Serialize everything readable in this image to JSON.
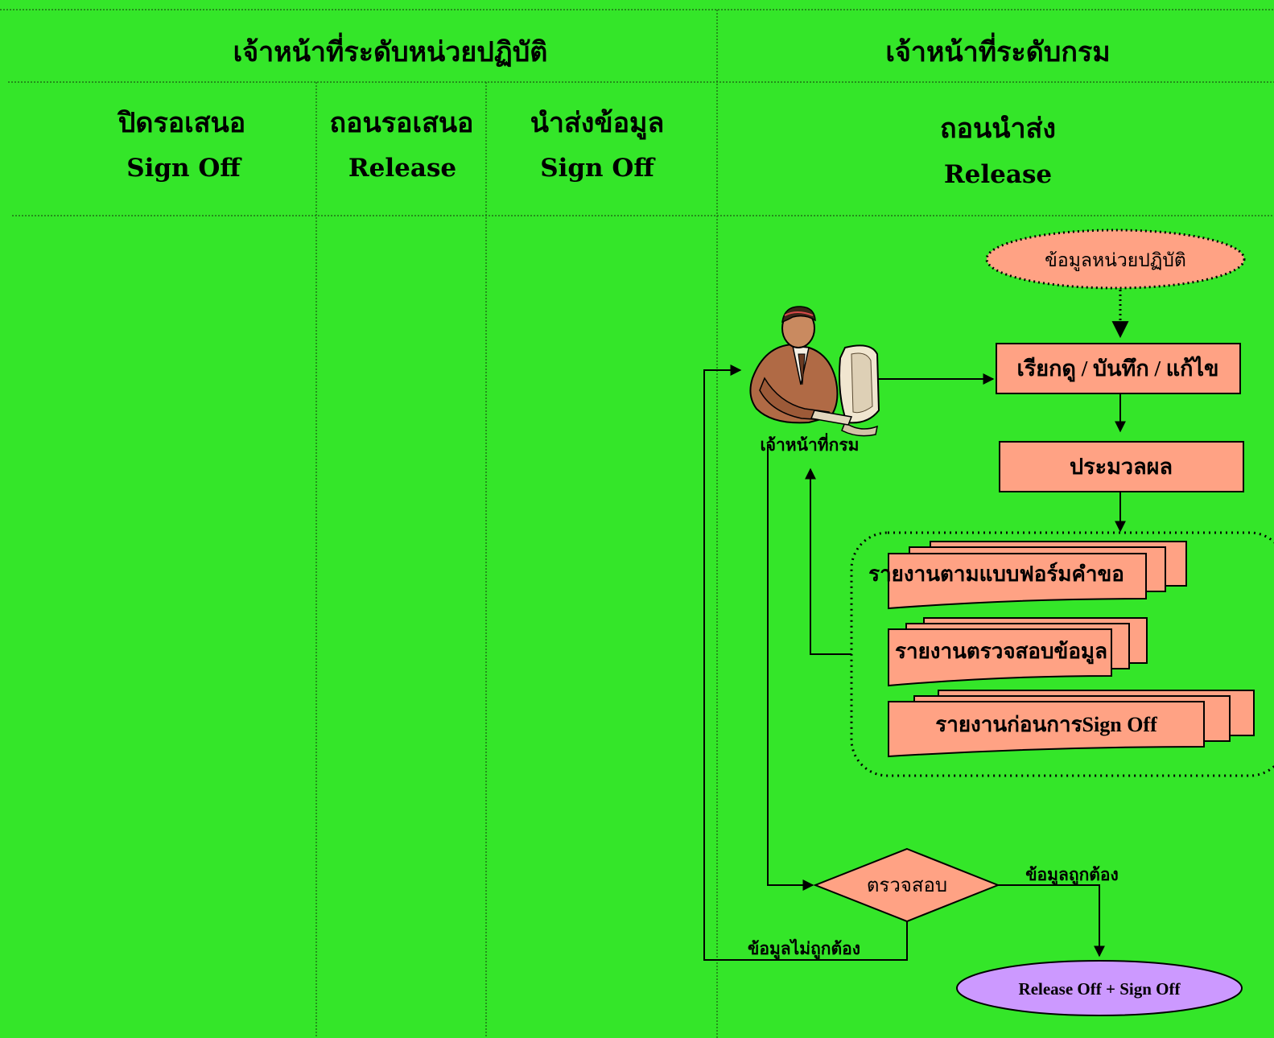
{
  "colors": {
    "background": "#34e629",
    "process_fill": "#ffa284",
    "terminal_fill": "#cc99ff",
    "line": "#000000"
  },
  "header": {
    "unit_level": "เจ้าหน้าที่ระดับหน่วยปฏิบัติ",
    "department_level": "เจ้าหน้าที่ระดับกรม"
  },
  "columns": [
    {
      "thai": "ปิดรอเสนอ",
      "english": "Sign Off"
    },
    {
      "thai": "ถอนรอเสนอ",
      "english": "Release"
    },
    {
      "thai": "นำส่งข้อมูล",
      "english": "Sign Off"
    },
    {
      "thai": "ถอนนำส่ง",
      "english": "Release"
    }
  ],
  "flow": {
    "input_data": "ข้อมูลหน่วยปฏิบัติ",
    "officer_label": "เจ้าหน้าที่กรม",
    "officer_icon": "office-worker-computer-icon",
    "view_edit": "เรียกดู / บันทึก / แก้ไข",
    "process": "ประมวลผล",
    "reports": [
      "รายงานตามแบบฟอร์มคำขอ",
      "รายงานตรวจสอบข้อมูล",
      "รายงานก่อนการSign Off"
    ],
    "check": "ตรวจสอบ",
    "data_correct": "ข้อมูลถูกต้อง",
    "data_incorrect": "ข้อมูลไม่ถูกต้อง",
    "final": "Release Off + Sign Off"
  }
}
